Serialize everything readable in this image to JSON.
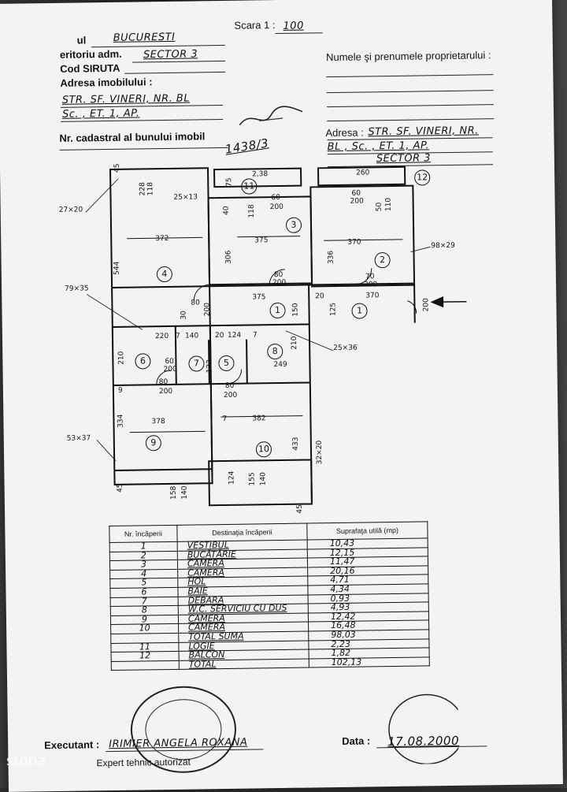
{
  "header": {
    "scale_label": "Scara 1 :",
    "scale_value": "100",
    "judet_label": "ul",
    "judet_value": "BUCURESTI",
    "teritoriu_label": "eritoriu adm.",
    "teritoriu_value": "SECTOR 3",
    "siruta_label": "Cod SIRUTA",
    "adresa_label": "Adresa imobilului :",
    "adresa_line1": "STR. SF. VINERI, NR.    BL",
    "adresa_line2": "Sc.    , ET. 1, AP.",
    "cadastral_label": "Nr. cadastral al bunului imobil",
    "cadastral_value": "1438/3",
    "owner_label": "Numele şi prenumele proprietarului :",
    "owner_address_label": "Adresa :",
    "owner_address_line1": "STR. SF. VINERI, NR.",
    "owner_address_line2": "BL    , Sc.    , ET. 1, AP.",
    "owner_address_line3": "SECTOR 3"
  },
  "plan": {
    "dimensions": [
      "45",
      "228",
      "118",
      "25×13",
      "27×20",
      "372",
      "544",
      "2,38",
      "75",
      "118",
      "60",
      "200",
      "40",
      "375",
      "306",
      "260",
      "60",
      "200",
      "50",
      "110",
      "370",
      "336",
      "98×29",
      "79×35",
      "80",
      "200",
      "375",
      "150",
      "20",
      "125",
      "370",
      "200",
      "80",
      "200",
      "70",
      "200",
      "220",
      "7",
      "140",
      "20",
      "124",
      "7",
      "210",
      "25×36",
      "249",
      "210",
      "80",
      "200",
      "80",
      "200",
      "9",
      "378",
      "334",
      "7",
      "382",
      "433",
      "32×20",
      "53×37",
      "45",
      "158",
      "140",
      "124",
      "155",
      "140",
      "45",
      "133",
      "60",
      "200",
      "30"
    ],
    "room_numbers": [
      "1",
      "2",
      "3",
      "4",
      "5",
      "6",
      "7",
      "8",
      "9",
      "10",
      "11",
      "12",
      "1"
    ]
  },
  "table": {
    "headers": [
      "Nr. încăperii",
      "Destinaţia încăperii",
      "Suprafaţa utilă (mp)"
    ],
    "rows": [
      {
        "nr": "1",
        "dest": "VESTIBUL",
        "sup": "10,43"
      },
      {
        "nr": "2",
        "dest": "BUCĂTĂRIE",
        "sup": "12,15"
      },
      {
        "nr": "3",
        "dest": "CAMERA",
        "sup": "11,47"
      },
      {
        "nr": "4",
        "dest": "CAMERA",
        "sup": "20,16"
      },
      {
        "nr": "5",
        "dest": "HOL",
        "sup": "4,71"
      },
      {
        "nr": "6",
        "dest": "BAIE",
        "sup": "4,34"
      },
      {
        "nr": "7",
        "dest": "DEBARA",
        "sup": "0,93"
      },
      {
        "nr": "8",
        "dest": "W.C. SERVICIU CU DUS",
        "sup": "4,93"
      },
      {
        "nr": "9",
        "dest": "CAMERA",
        "sup": "12,42"
      },
      {
        "nr": "10",
        "dest": "CAMERA",
        "sup": "16,48"
      },
      {
        "nr": "",
        "dest": "TOTAL SUMA",
        "sup": "98,03"
      },
      {
        "nr": "11",
        "dest": "LOGIE",
        "sup": "2,23"
      },
      {
        "nr": "12",
        "dest": "BALCON",
        "sup": "1,82"
      },
      {
        "nr": "",
        "dest": "TOTAL",
        "sup": "102,13"
      }
    ]
  },
  "footer": {
    "executant_label": "Executant :",
    "executant_value": "IRIMIER ANGELA ROXANA",
    "data_label": "Data :",
    "data_value": "17.08.2000",
    "expert_label": "Expert tehnic autorizat"
  },
  "watermark": "storia"
}
